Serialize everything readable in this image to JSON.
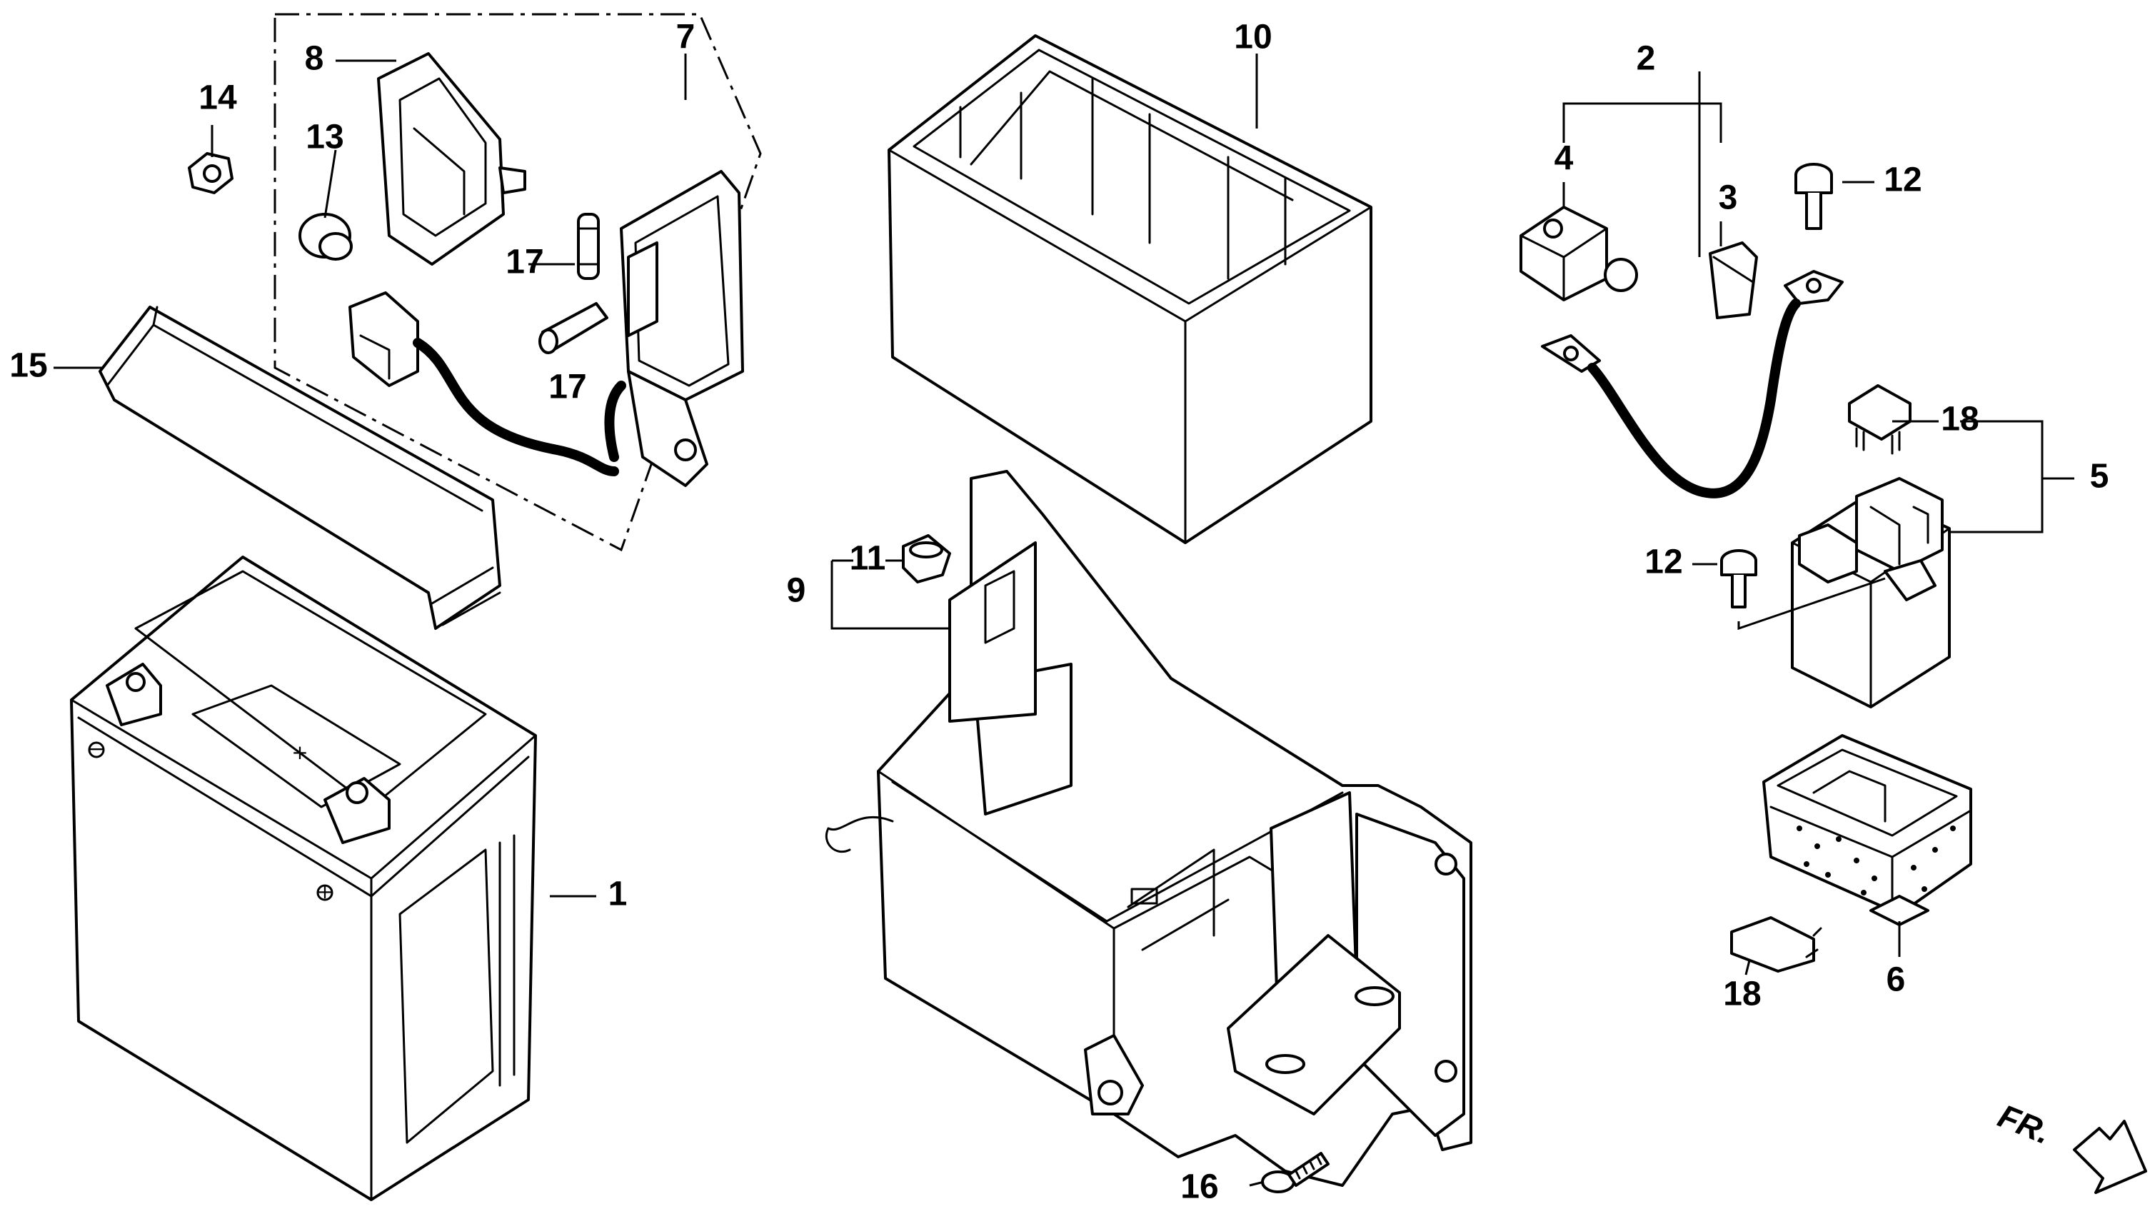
{
  "callouts": {
    "c1": "1",
    "c2": "2",
    "c3": "3",
    "c4": "4",
    "c5": "5",
    "c6": "6",
    "c7": "7",
    "c8": "8",
    "c9": "9",
    "c10": "10",
    "c11": "11",
    "c12a": "12",
    "c12b": "12",
    "c13": "13",
    "c14": "14",
    "c15": "15",
    "c16": "16",
    "c17a": "17",
    "c17b": "17",
    "c18a": "18",
    "c18b": "18"
  },
  "direction_label": "FR.",
  "terminal_symbols": {
    "positive": "+",
    "negative": "−"
  }
}
